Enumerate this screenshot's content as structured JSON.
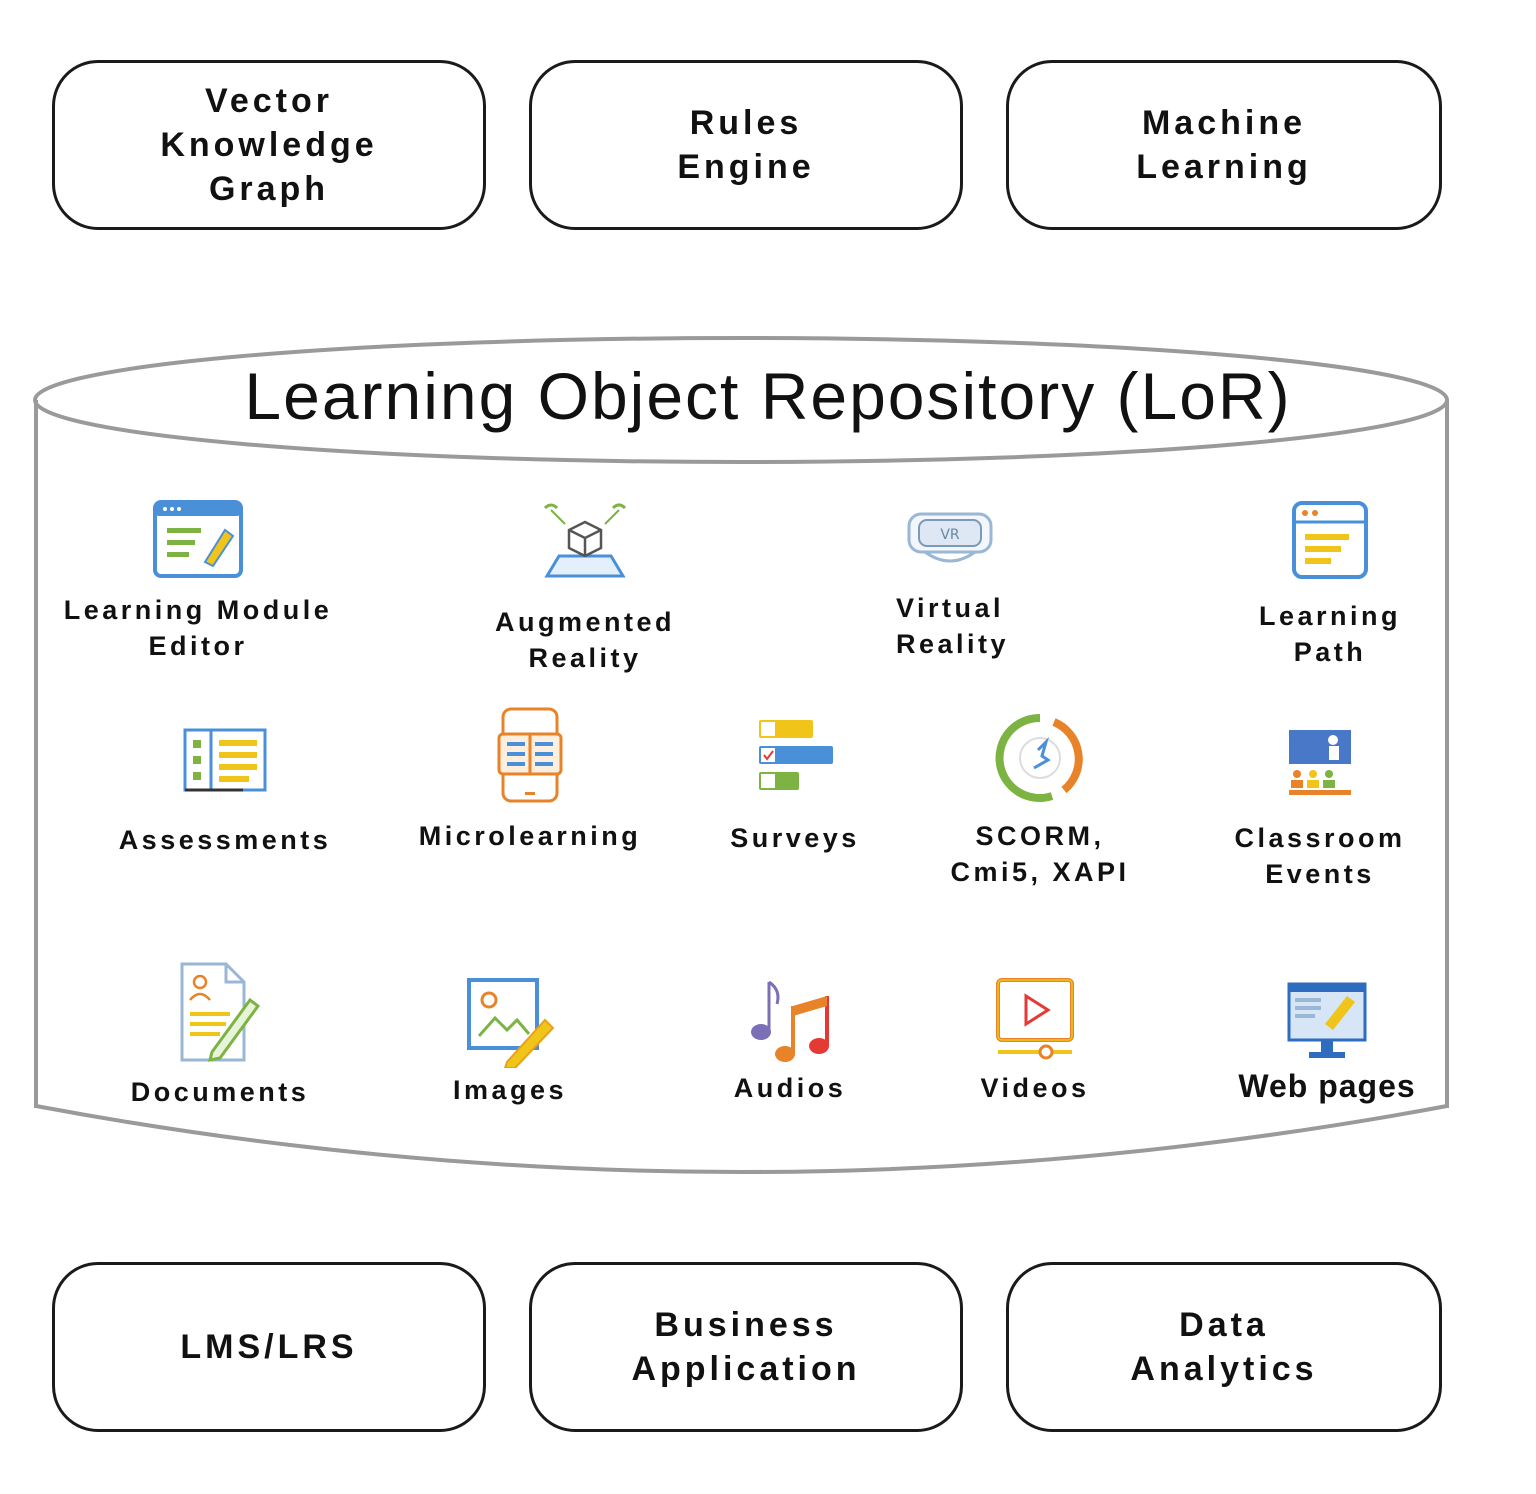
{
  "top_boxes": [
    {
      "lines": [
        "Vector",
        "Knowledge",
        "Graph"
      ]
    },
    {
      "lines": [
        "Rules",
        "Engine"
      ]
    },
    {
      "lines": [
        "Machine",
        "Learning"
      ]
    }
  ],
  "repository": {
    "title": "Learning Object Repository (LoR)",
    "row1": [
      {
        "icon": "editor-window-icon",
        "lines": [
          "Learning Module",
          "Editor"
        ]
      },
      {
        "icon": "ar-cube-icon",
        "lines": [
          "Augmented",
          "Reality"
        ]
      },
      {
        "icon": "vr-headset-icon",
        "lines": [
          "Virtual",
          "Reality"
        ]
      },
      {
        "icon": "path-window-icon",
        "lines": [
          "Learning",
          "Path"
        ]
      }
    ],
    "row2": [
      {
        "icon": "assessment-list-icon",
        "lines": [
          "Assessments"
        ]
      },
      {
        "icon": "phone-book-icon",
        "lines": [
          "Microlearning"
        ]
      },
      {
        "icon": "survey-bars-icon",
        "lines": [
          "Surveys"
        ]
      },
      {
        "icon": "scorm-ring-icon",
        "lines": [
          "SCORM,",
          "Cmi5, XAPI"
        ]
      },
      {
        "icon": "classroom-icon",
        "lines": [
          "Classroom",
          "Events"
        ]
      }
    ],
    "row3": [
      {
        "icon": "document-pen-icon",
        "lines": [
          "Documents"
        ]
      },
      {
        "icon": "image-pencil-icon",
        "lines": [
          "Images"
        ]
      },
      {
        "icon": "music-notes-icon",
        "lines": [
          "Audios"
        ]
      },
      {
        "icon": "video-player-icon",
        "lines": [
          "Videos"
        ]
      },
      {
        "icon": "web-monitor-icon",
        "lines": [
          "Web pages"
        ]
      }
    ]
  },
  "bottom_boxes": [
    {
      "lines": [
        "LMS/LRS"
      ]
    },
    {
      "lines": [
        "Business",
        "Application"
      ]
    },
    {
      "lines": [
        "Data",
        "Analytics"
      ]
    }
  ],
  "colors": {
    "cylinder_stroke": "#9a9a9a",
    "box_stroke": "#1a1a1a",
    "icon_blue": "#4a90d9",
    "icon_yellow": "#f0c419",
    "icon_orange": "#e8832a",
    "icon_green": "#7cb342"
  }
}
